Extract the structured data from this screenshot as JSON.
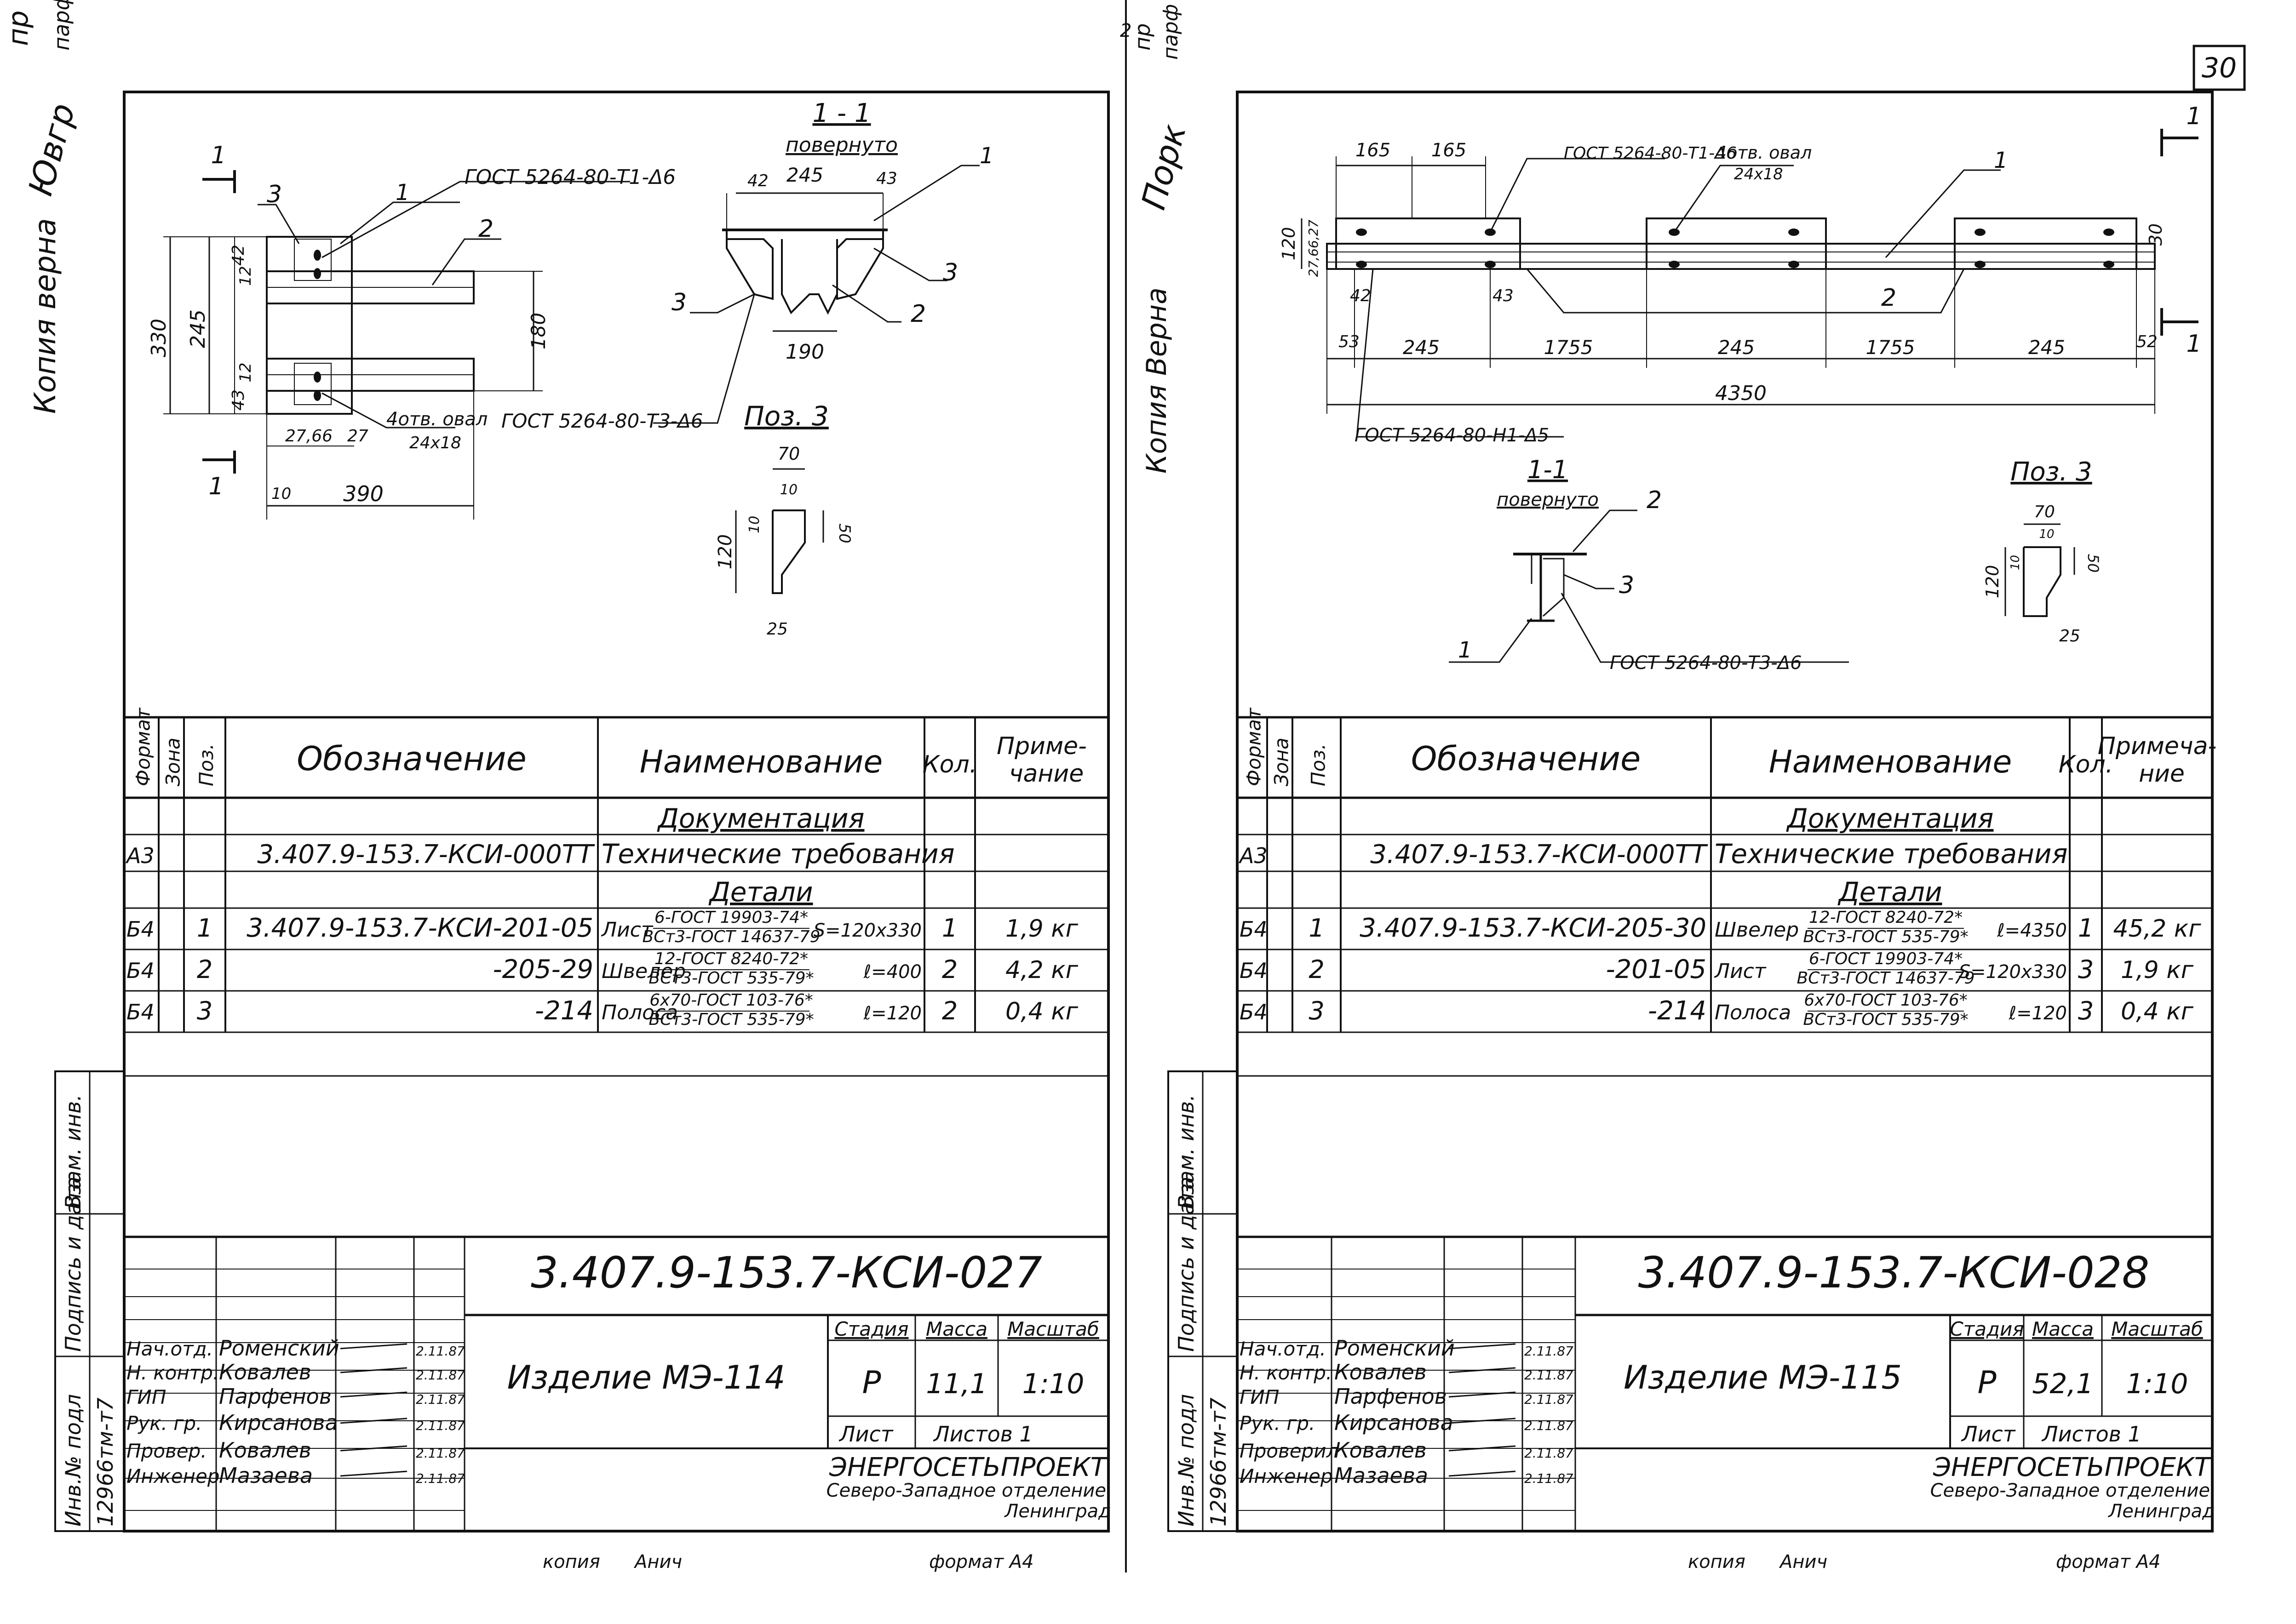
{
  "sheet_number": "30",
  "page_marks": {
    "mid_top_a": "2",
    "mid_top_b": "пр",
    "mid_top_c": "парф",
    "left_corner": "пр",
    "left_corner_b": "парф"
  },
  "left_margin": {
    "stamp": "Копия верна",
    "signature_text": "Ювгр"
  },
  "right_margin": {
    "stamp": "Копия Верна",
    "signature_text": "Порк"
  },
  "side_strip": {
    "inv_podl": "Инв.№ подл",
    "inv_number": "12966тм-т7",
    "podpis": "Подпись и дата",
    "vzam": "Взам. инв."
  },
  "left_sheet": {
    "drawing": {
      "section_marker": "1",
      "pos1": "1",
      "pos2": "2",
      "pos3": "3",
      "weld_top": "ГОСТ 5264-80-Т1-Δ6",
      "weld_bottom": "ГОСТ 5264-80-Т3-Δ6",
      "holes": "4отв. овал",
      "holes_size": "24х18",
      "dims": {
        "d330": "330",
        "d245": "245",
        "d42": "42",
        "d12a": "12",
        "d12b": "12",
        "d43": "43",
        "d180": "180",
        "d2766": "27,66",
        "d27": "27",
        "d10": "10",
        "d390": "390"
      },
      "section_title": "1 - 1",
      "section_sub": "повернуто",
      "sec_dims": {
        "d42": "42",
        "d245": "245",
        "d43": "43",
        "d190": "190"
      },
      "poz3_title": "Поз. 3",
      "poz3_dims": {
        "d70": "70",
        "d10a": "10",
        "d10b": "10",
        "d120": "120",
        "d50": "50",
        "d25": "25"
      }
    },
    "spec": {
      "headers": {
        "format": "Формат",
        "zone": "Зона",
        "pos": "Поз.",
        "designation": "Обозначение",
        "name": "Наименование",
        "qty": "Кол.",
        "note": "Приме-\nчание"
      },
      "section_docs": "Документация",
      "section_parts": "Детали",
      "rows": [
        {
          "format": "А3",
          "zone": "",
          "pos": "",
          "designation": "3.407.9-153.7-КСИ-000ТТ",
          "name_main": "Технические требования",
          "name_sup": "",
          "name_sub": "",
          "name_extra": "",
          "qty": "",
          "note": ""
        },
        {
          "format": "Б4",
          "zone": "",
          "pos": "1",
          "designation": "3.407.9-153.7-КСИ-201-05",
          "name_main": "Лист",
          "name_sup": "6-ГОСТ 19903-74*",
          "name_sub": "ВСт3-ГОСТ 14637-79",
          "name_extra": "S=120х330",
          "qty": "1",
          "note": "1,9 кг"
        },
        {
          "format": "Б4",
          "zone": "",
          "pos": "2",
          "designation": "-205-29",
          "name_main": "Швелер",
          "name_sup": "12-ГОСТ 8240-72*",
          "name_sub": "ВСт3-ГОСТ 535-79*",
          "name_extra": "ℓ=400",
          "qty": "2",
          "note": "4,2 кг"
        },
        {
          "format": "Б4",
          "zone": "",
          "pos": "3",
          "designation": "-214",
          "name_main": "Полоса",
          "name_sup": "6х70-ГОСТ 103-76*",
          "name_sub": "ВСт3-ГОСТ 535-79*",
          "name_extra": "ℓ=120",
          "qty": "2",
          "note": "0,4 кг"
        }
      ]
    },
    "title_block": {
      "code": "3.407.9-153.7-КСИ-027",
      "product": "Изделие МЭ-114",
      "stage_label": "Стадия",
      "mass_label": "Масса",
      "scale_label": "Масштаб",
      "stage": "Р",
      "mass": "11,1",
      "scale": "1:10",
      "sheet_label": "Лист",
      "sheets_label": "Листов 1",
      "org_name": "ЭНЕРГОСЕТЬПРОЕКТ",
      "org_branch": "Северо-Западное отделение",
      "org_city": "Ленинград",
      "staff": [
        {
          "role": "Нач.отд.",
          "name": "Роменский",
          "date": "2.11.87"
        },
        {
          "role": "Н. контр.",
          "name": "Ковалев",
          "date": "2.11.87"
        },
        {
          "role": "ГИП",
          "name": "Парфенов",
          "date": "2.11.87"
        },
        {
          "role": "Рук. гр.",
          "name": "Кирсанова",
          "date": "2.11.87"
        },
        {
          "role": "Провер.",
          "name": "Ковалев",
          "date": "2.11.87"
        },
        {
          "role": "Инженер",
          "name": "Мазаева",
          "date": "2.11.87"
        }
      ]
    },
    "footer": {
      "copy": "копия",
      "copy_sign": "Анич",
      "format": "формат А4"
    }
  },
  "right_sheet": {
    "drawing": {
      "section_marker": "1",
      "pos1": "1",
      "pos2": "2",
      "pos3": "3",
      "weld_top": "ГОСТ 5264-80-Т1-Δ6",
      "weld_bottom": "ГОСТ 5264-80-Н1-Δ5",
      "holes": "4отв. овал",
      "holes_size": "24х18",
      "dims": {
        "d165a": "165",
        "d165b": "165",
        "d120": "120",
        "d2766": "27,66,27",
        "d30": "30",
        "d42": "42",
        "d43": "43",
        "d53": "53",
        "d245a": "245",
        "d1755a": "1755",
        "d245b": "245",
        "d1755b": "1755",
        "d245c": "245",
        "d52": "52",
        "d4350": "4350"
      },
      "section_title": "1-1",
      "section_sub": "повернуто",
      "section_weld": "ГОСТ 5264-80-Т3-Δ6",
      "poz3_title": "Поз. 3",
      "poz3_dims": {
        "d70": "70",
        "d10a": "10",
        "d10b": "10",
        "d120": "120",
        "d50": "50",
        "d25": "25"
      }
    },
    "spec": {
      "headers": {
        "format": "Формат",
        "zone": "Зона",
        "pos": "Поз.",
        "designation": "Обозначение",
        "name": "Наименование",
        "qty": "Кол.",
        "note": "Примеча-\nние"
      },
      "section_docs": "Документация",
      "section_parts": "Детали",
      "rows": [
        {
          "format": "А3",
          "zone": "",
          "pos": "",
          "designation": "3.407.9-153.7-КСИ-000ТТ",
          "name_main": "Технические требования",
          "name_sup": "",
          "name_sub": "",
          "name_extra": "",
          "qty": "",
          "note": ""
        },
        {
          "format": "Б4",
          "zone": "",
          "pos": "1",
          "designation": "3.407.9-153.7-КСИ-205-30",
          "name_main": "Швелер",
          "name_sup": "12-ГОСТ 8240-72*",
          "name_sub": "ВСт3-ГОСТ 535-79*",
          "name_extra": "ℓ=4350",
          "qty": "1",
          "note": "45,2 кг"
        },
        {
          "format": "Б4",
          "zone": "",
          "pos": "2",
          "designation": "-201-05",
          "name_main": "Лист",
          "name_sup": "6-ГОСТ 19903-74*",
          "name_sub": "ВСт3-ГОСТ 14637-79",
          "name_extra": "S=120х330",
          "qty": "3",
          "note": "1,9 кг"
        },
        {
          "format": "Б4",
          "zone": "",
          "pos": "3",
          "designation": "-214",
          "name_main": "Полоса",
          "name_sup": "6х70-ГОСТ 103-76*",
          "name_sub": "ВСт3-ГОСТ 535-79*",
          "name_extra": "ℓ=120",
          "qty": "3",
          "note": "0,4 кг"
        }
      ]
    },
    "title_block": {
      "code": "3.407.9-153.7-КСИ-028",
      "product": "Изделие МЭ-115",
      "stage_label": "Стадия",
      "mass_label": "Масса",
      "scale_label": "Масштаб",
      "stage": "Р",
      "mass": "52,1",
      "scale": "1:10",
      "sheet_label": "Лист",
      "sheets_label": "Листов 1",
      "org_name": "ЭНЕРГОСЕТЬПРОЕКТ",
      "org_branch": "Северо-Западное отделение",
      "org_city": "Ленинград",
      "staff": [
        {
          "role": "Нач.отд.",
          "name": "Роменский",
          "date": "2.11.87"
        },
        {
          "role": "Н. контр.",
          "name": "Ковалев",
          "date": "2.11.87"
        },
        {
          "role": "ГИП",
          "name": "Парфенов",
          "date": "2.11.87"
        },
        {
          "role": "Рук. гр.",
          "name": "Кирсанова",
          "date": "2.11.87"
        },
        {
          "role": "Проверил",
          "name": "Ковалев",
          "date": "2.11.87"
        },
        {
          "role": "Инженер",
          "name": "Мазаева",
          "date": "2.11.87"
        }
      ]
    },
    "footer": {
      "copy": "копия",
      "copy_sign": "Анич",
      "format": "формат А4"
    }
  }
}
